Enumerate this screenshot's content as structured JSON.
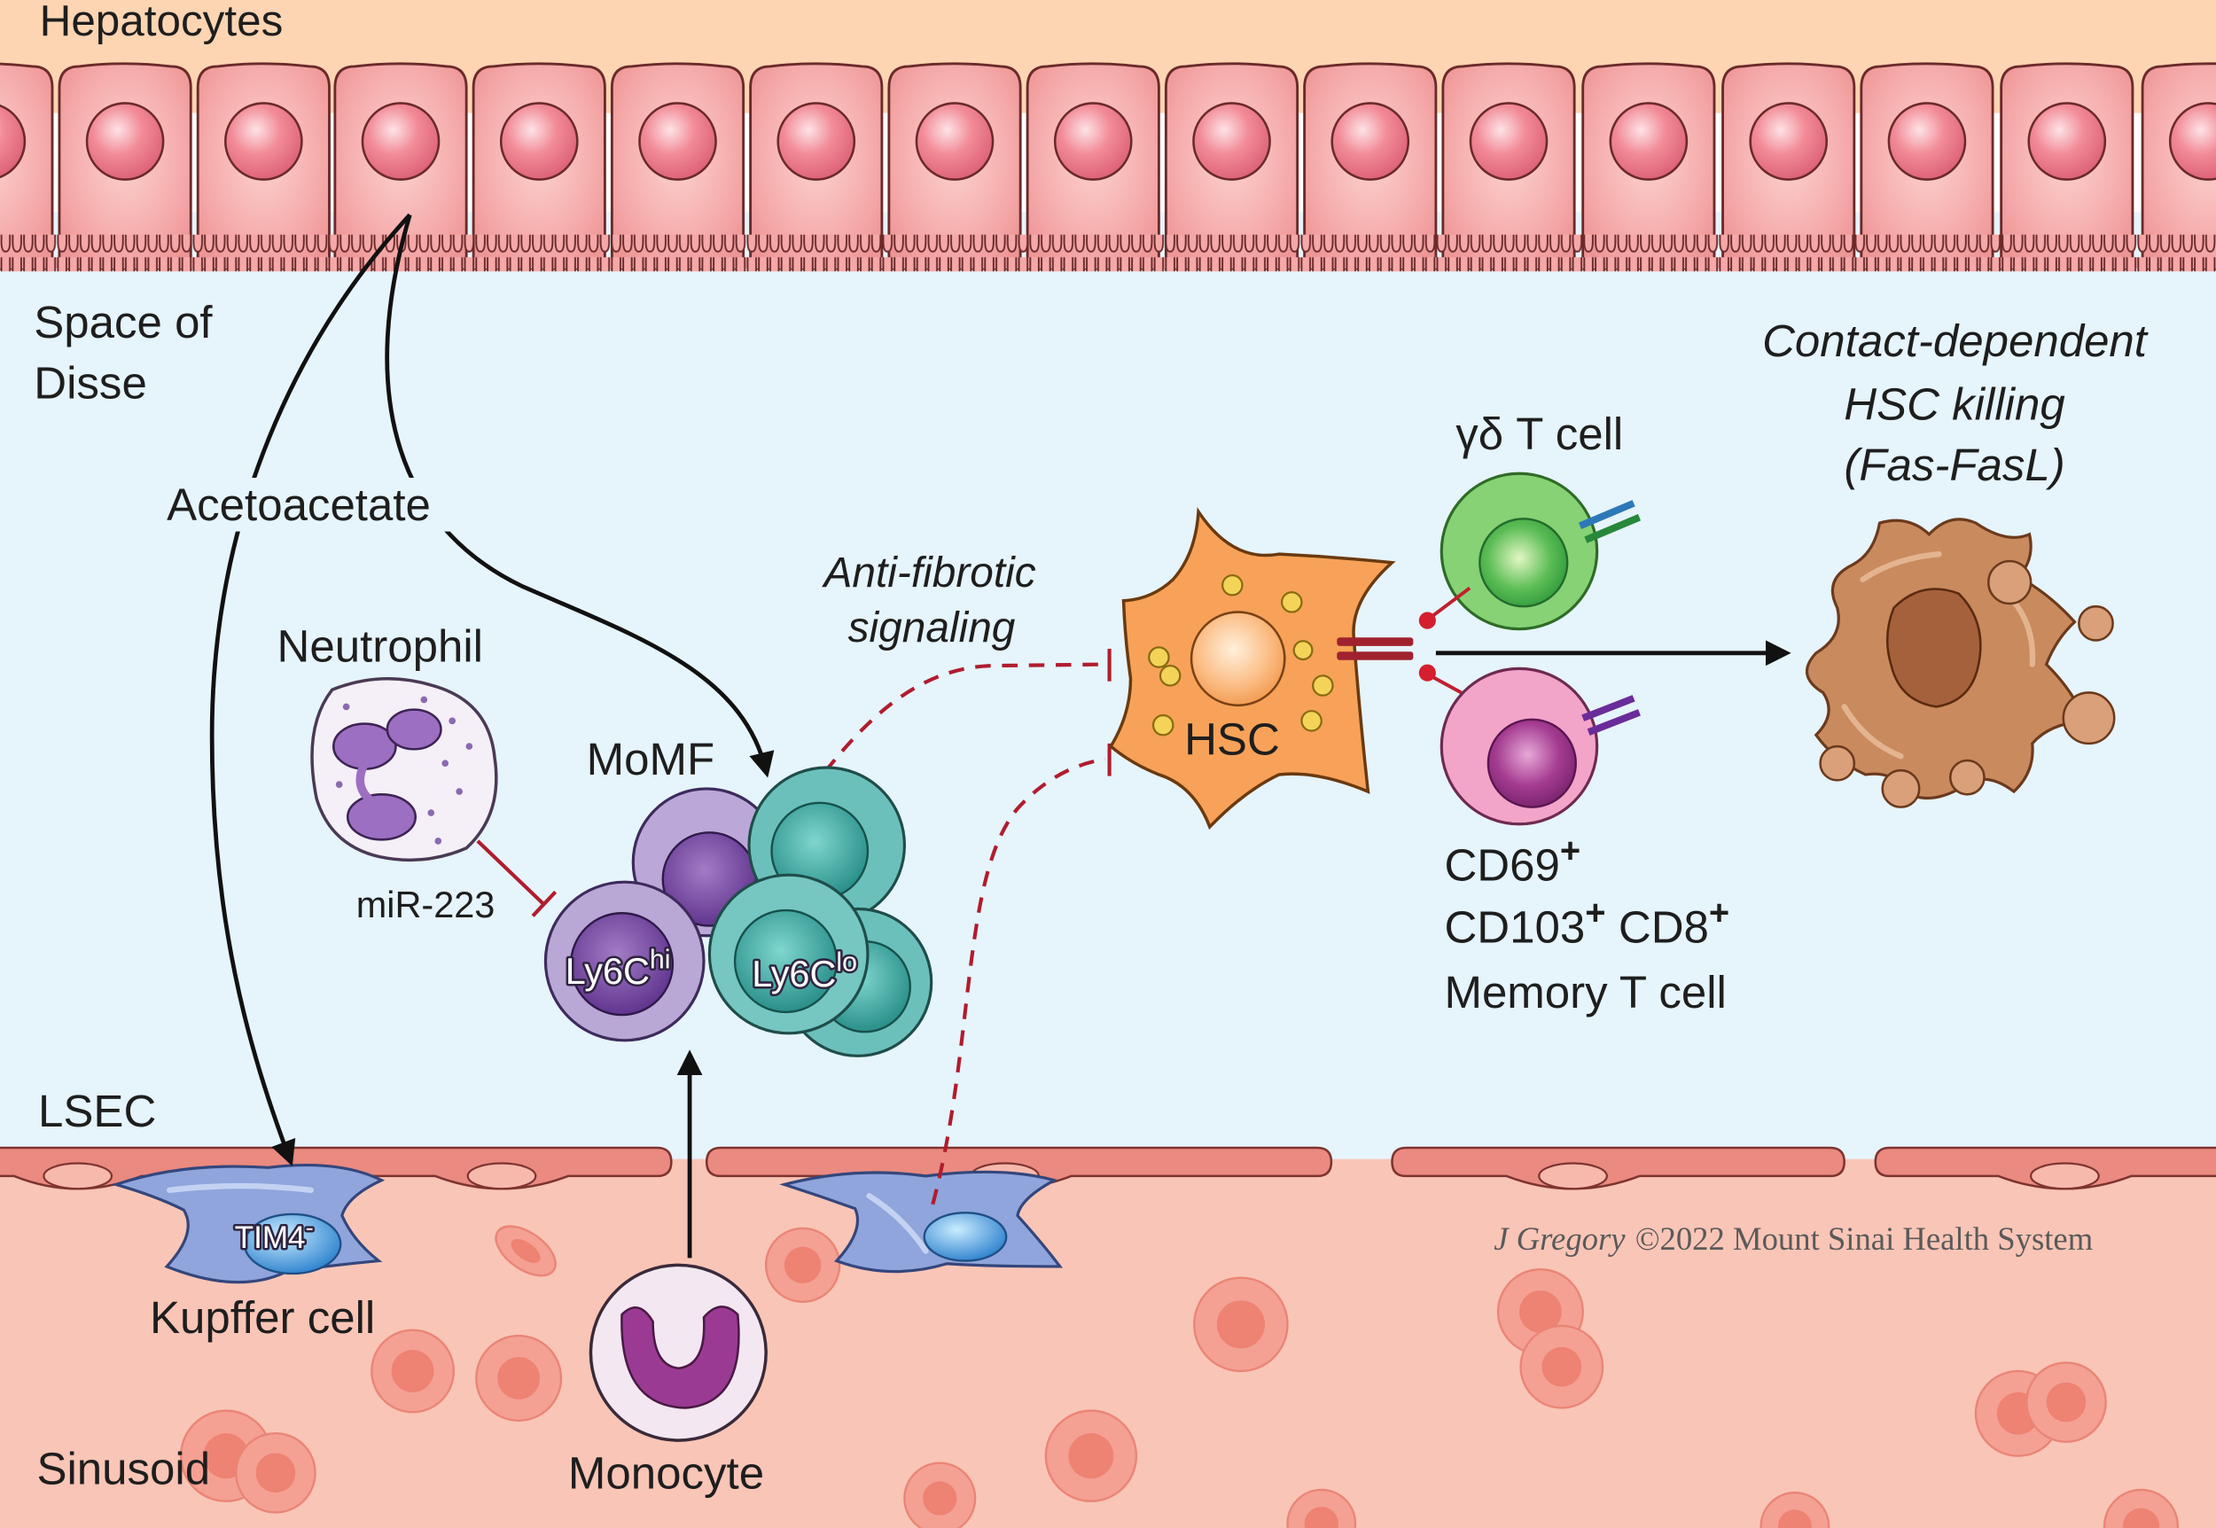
{
  "regions": {
    "hepatocytes": "Hepatocytes",
    "space_of_disse": {
      "line1": "Space of",
      "line2": "Disse"
    },
    "lsec": "LSEC",
    "sinusoid": "Sinusoid"
  },
  "signals": {
    "acetoacetate": "Acetoacetate",
    "mir223": "miR-223",
    "anti_fibrotic": {
      "line1": "Anti-fibrotic",
      "line2": "signaling"
    }
  },
  "cells": {
    "neutrophil": "Neutrophil",
    "momf": "MoMF",
    "ly6c_hi": {
      "base": "Ly6C",
      "sup": "hi"
    },
    "ly6c_lo": {
      "base": "Ly6C",
      "sup": "lo"
    },
    "hsc": "HSC",
    "gd_t_cell": "γδ T cell",
    "memory_t_cell": {
      "cd69": "CD69",
      "cd69_sup": "+",
      "cd103": "CD103",
      "cd103_sup": "+",
      "cd8": "CD8",
      "cd8_sup": "+",
      "line3": "Memory T cell"
    },
    "kupffer": {
      "marker": "TIM4",
      "marker_sup": "-",
      "label": "Kupffer cell"
    },
    "monocyte": "Monocyte"
  },
  "outcome": {
    "line1": "Contact-dependent",
    "line2": "HSC killing",
    "line3": "(Fas-FasL)"
  },
  "credit": {
    "author": "J Gregory",
    "rest": "©2022 Mount Sinai Health System"
  },
  "colors": {
    "peach": "#fdd5b3",
    "disse": "#e6f4fb",
    "sinusoid": "#f9c5b6",
    "lsec": "#ea8a80",
    "rbc": "#f4a194",
    "inhibit": "#b01c2e",
    "hepatocyte": "#f5a8a8",
    "kupffer": "#8fa5dc",
    "ly6c_hi": "#b9a7d6",
    "ly6c_lo": "#6cc0bb",
    "hsc": "#f7a258",
    "gd_t_cell": "#86d274",
    "memory_t_cell": "#f3a4c9",
    "dead_hsc": "#c98a5e",
    "monocyte": "#f2e6f0"
  }
}
